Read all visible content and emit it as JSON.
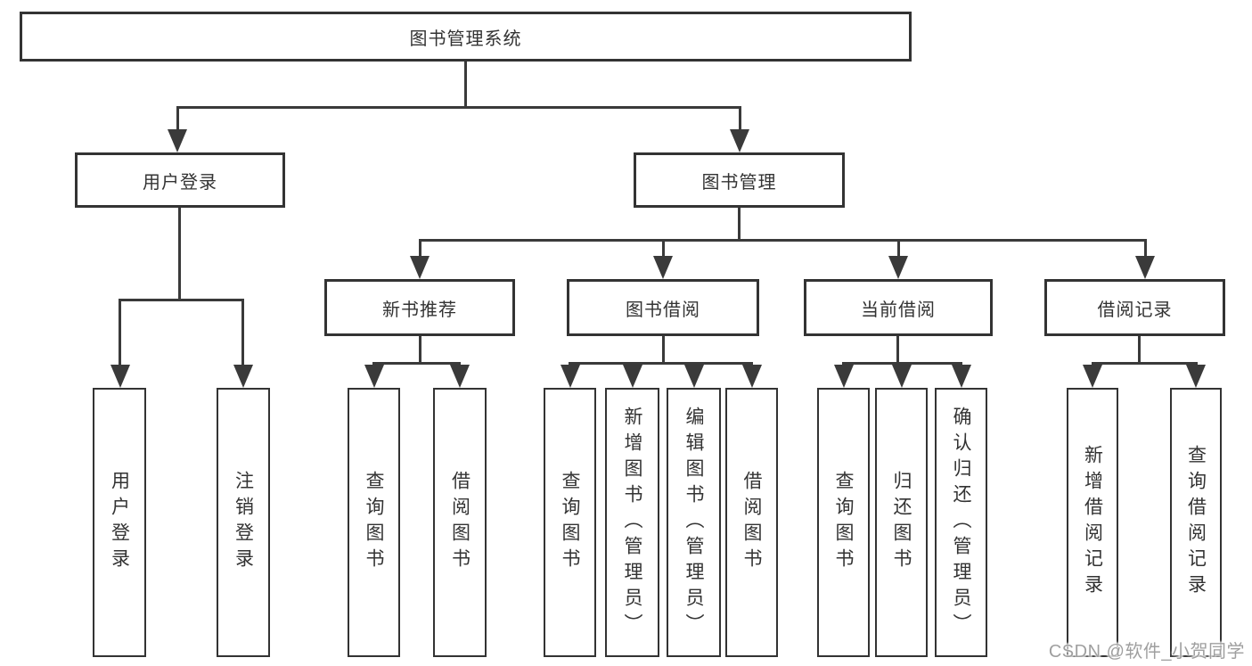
{
  "colors": {
    "line": "#3a3a3a",
    "border": "#333333",
    "text": "#333333",
    "watermark_gray": "#9f9f9f",
    "background": "#ffffff"
  },
  "root": {
    "label": "图书管理系统"
  },
  "level1": {
    "user_login": {
      "label": "用户登录"
    },
    "book_mgmt": {
      "label": "图书管理"
    }
  },
  "level2": {
    "new_book": {
      "label": "新书推荐"
    },
    "book_borrow": {
      "label": "图书借阅"
    },
    "current_borrow": {
      "label": "当前借阅"
    },
    "borrow_record": {
      "label": "借阅记录"
    }
  },
  "leaves": {
    "user_login_1": "用户登录",
    "user_login_2": "注销登录",
    "new_book_1": "查询图书",
    "new_book_2": "借阅图书",
    "book_borrow_1": "查询图书",
    "book_borrow_2": "新增图书（管理员）",
    "book_borrow_3": "编辑图书（管理员）",
    "book_borrow_4": "借阅图书",
    "current_borrow_1": "查询图书",
    "current_borrow_2": "归还图书",
    "current_borrow_3": "确认归还（管理员）",
    "borrow_record_1": "新增借阅记录",
    "borrow_record_2": "查询借阅记录"
  },
  "watermark": "CSDN @软件_小贺同学"
}
